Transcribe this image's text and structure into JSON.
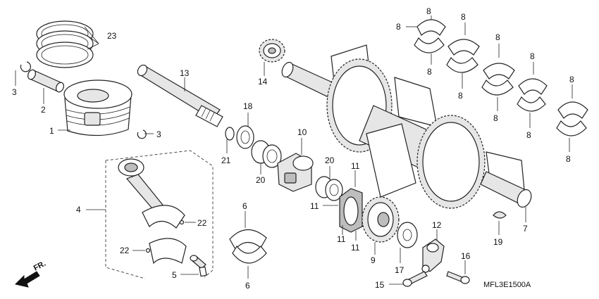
{
  "callouts": {
    "c23": "23",
    "c3a": "3",
    "c2": "2",
    "c1": "1",
    "c3b": "3",
    "c13": "13",
    "c14": "14",
    "c18": "18",
    "c21": "21",
    "c10": "10",
    "c20a": "20",
    "c20b": "20",
    "c4": "4",
    "c22a": "22",
    "c22b": "22",
    "c5": "5",
    "c6a": "6",
    "c6b": "6",
    "c11a": "11",
    "c11b": "11",
    "c11c": "11",
    "c11d": "11",
    "c9": "9",
    "c17": "17",
    "c12": "12",
    "c15": "15",
    "c16": "16",
    "c19": "19",
    "c7": "7",
    "c8a": "8",
    "c8b": "8",
    "c8c": "8",
    "c8d": "8",
    "c8e": "8",
    "c8f": "8",
    "c8g": "8",
    "c8h": "8",
    "c8i": "8",
    "c8j": "8",
    "c8k": "8"
  },
  "direction_label": "FR.",
  "diagram_code": "MFL3E1500A"
}
